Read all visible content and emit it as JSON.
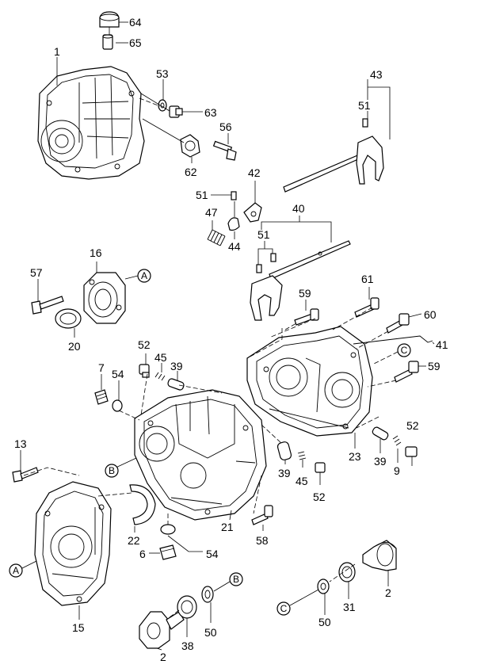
{
  "callouts": {
    "c64": "64",
    "c65": "65",
    "c1": "1",
    "c53": "53",
    "c63": "63",
    "c56": "56",
    "c62": "62",
    "c43": "43",
    "c51a": "51",
    "c42": "42",
    "c51b": "51",
    "c47": "47",
    "c44": "44",
    "c40": "40",
    "c51c": "51",
    "c57": "57",
    "c16": "16",
    "c20": "20",
    "c61": "61",
    "c59a": "59",
    "c60": "60",
    "c41": "41",
    "c59b": "59",
    "c52a": "52",
    "c45a": "45",
    "c39a": "39",
    "c7": "7",
    "c54a": "54",
    "c13": "13",
    "c22": "22",
    "c21": "21",
    "c58": "58",
    "c39b": "39",
    "c45b": "45",
    "c52b": "52",
    "c23": "23",
    "c39c": "39",
    "c9": "9",
    "c52c": "52",
    "c6": "6",
    "c54b": "54",
    "c15": "15",
    "c38": "38",
    "c50a": "50",
    "c2a": "2",
    "c50b": "50",
    "c31": "31",
    "c2b": "2"
  },
  "refs": {
    "refA1": "A",
    "refA2": "A",
    "refB1": "B",
    "refB2": "B",
    "refC1": "C",
    "refC2": "C"
  }
}
